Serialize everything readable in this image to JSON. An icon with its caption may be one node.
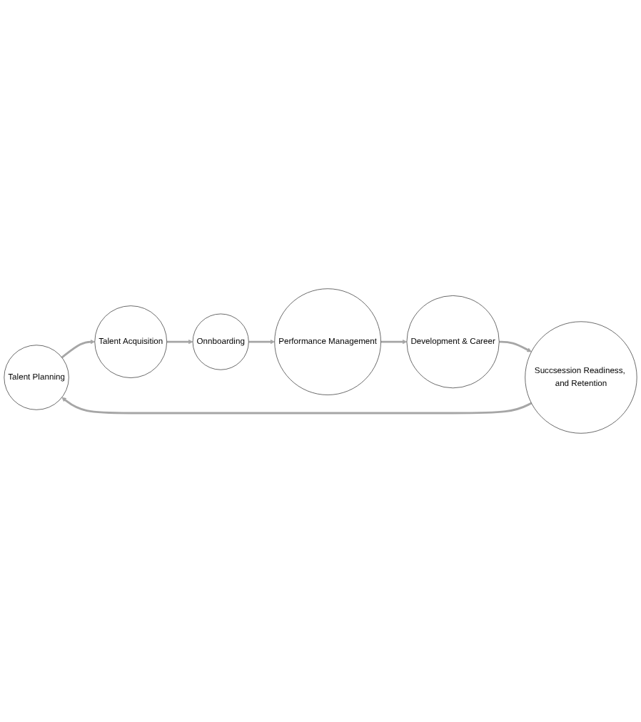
{
  "diagram": {
    "nodes": [
      {
        "text": [
          "Talent Planning"
        ]
      },
      {
        "text": [
          "Talent Acquisition"
        ]
      },
      {
        "text": [
          "Onnboarding"
        ]
      },
      {
        "text": [
          "Performance Management"
        ]
      },
      {
        "text": [
          "Development & Career"
        ]
      },
      {
        "text": [
          "Succsession Readiness, and Retention"
        ]
      }
    ],
    "edges": [
      {
        "from": 0,
        "to": 1,
        "arrow": "to"
      },
      {
        "from": 1,
        "to": 2,
        "arrow": "to"
      },
      {
        "from": 2,
        "to": 3,
        "arrow": "to"
      },
      {
        "from": 3,
        "to": 4,
        "arrow": "to"
      },
      {
        "from": 4,
        "to": 5,
        "arrow": "to"
      },
      {
        "from": 5,
        "to": 0,
        "arrow": "to"
      }
    ]
  }
}
